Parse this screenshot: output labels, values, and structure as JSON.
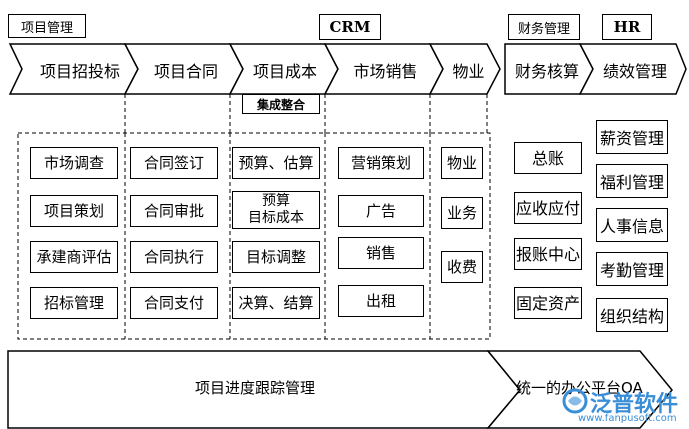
{
  "headers": {
    "project_mgmt": "项目管理",
    "crm": "CRM",
    "finance_mgmt": "财务管理",
    "hr": "HR"
  },
  "process": [
    "项目招投标",
    "项目合同",
    "项目成本",
    "市场销售",
    "物业",
    "财务核算",
    "绩效管理"
  ],
  "integration_label": "集成整合",
  "columns": {
    "bidding": [
      "市场调查",
      "项目策划",
      "承建商评估",
      "招标管理"
    ],
    "contract": [
      "合同签订",
      "合同审批",
      "合同执行",
      "合同支付"
    ],
    "cost": [
      "预算、估算",
      "预算\n目标成本",
      "目标调整",
      "决算、结算"
    ],
    "sales": [
      "营销策划",
      "广告",
      "销售",
      "出租"
    ],
    "property": [
      "物业",
      "业务",
      "收费"
    ],
    "finance": [
      "总账",
      "应收应付",
      "报账中心",
      "固定资产"
    ],
    "hr": [
      "薪资管理",
      "福利管理",
      "人事信息",
      "考勤管理",
      "组织结构"
    ]
  },
  "bottom": {
    "progress": "项目进度跟踪管理",
    "oa": "统一的办公平台OA"
  },
  "logo": {
    "name": "泛普软件",
    "url": "www.fanpusoft.com"
  }
}
